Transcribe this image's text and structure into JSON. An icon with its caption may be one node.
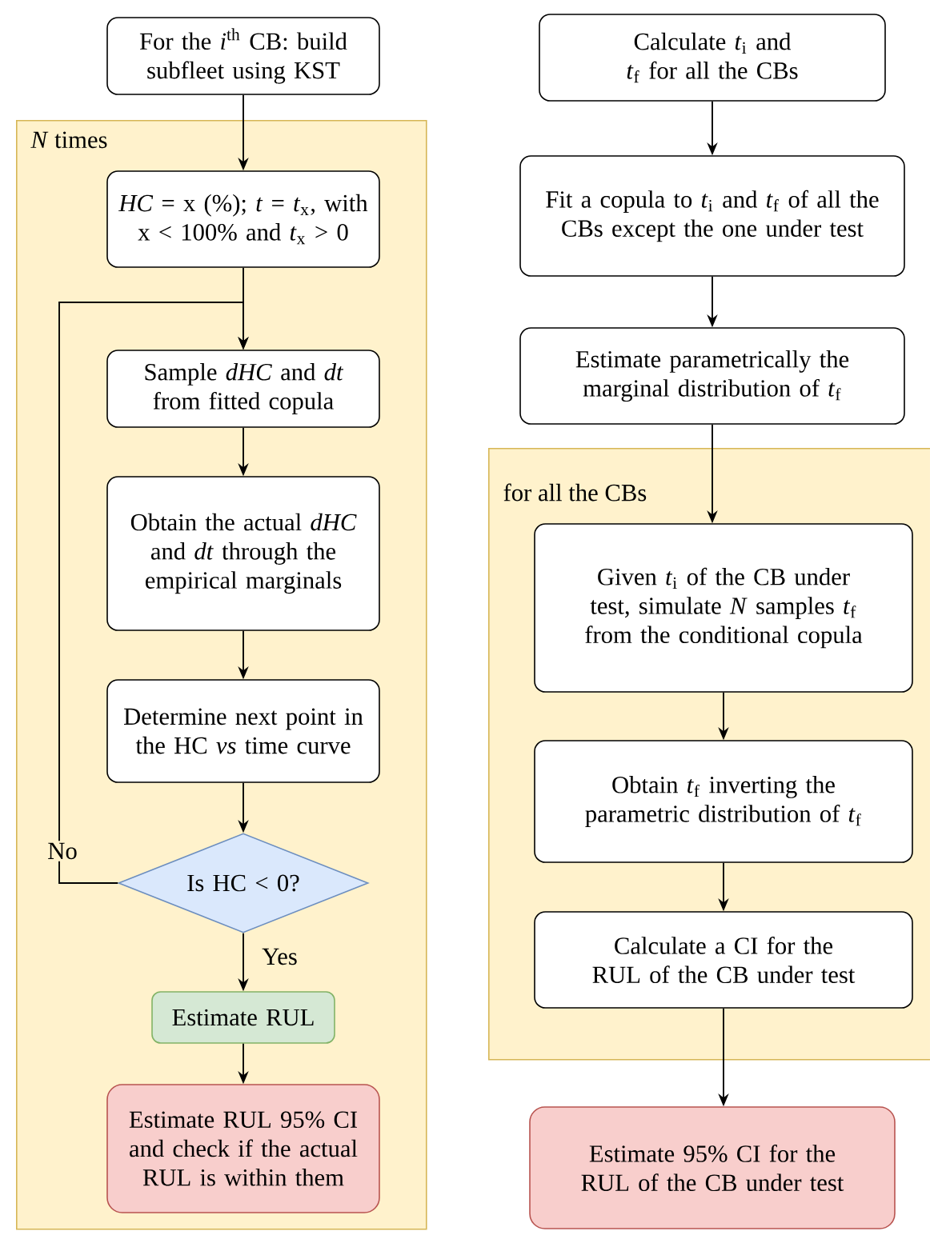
{
  "diagram": {
    "nodes": [
      {
        "text": [
          "For the *i*$^{th}$ CB: build subfleet using KST"
        ]
      },
      {
        "text": [
          "*N* times"
        ]
      },
      {
        "text": [
          "*HC* = x (%); *t* = *t*$_{x}$, with x < 100% and *t*$_{x}$ > 0"
        ],
        "in": 1
      },
      {
        "text": [
          "Sample *dHC* and *dt* from fitted copula"
        ],
        "in": 1
      },
      {
        "text": [
          "Obtain the actual *dHC* and *dt* through the empirical marginals"
        ],
        "in": 1
      },
      {
        "text": [
          "Determine next point in the HC *vs* time curve"
        ],
        "in": 1
      },
      {
        "text": [
          "Is HC < 0?"
        ],
        "in": 1
      },
      {
        "text": [
          "Estimate RUL"
        ],
        "in": 1
      },
      {
        "text": [
          "Estimate RUL 95% CI and check if the actual RUL is within them"
        ],
        "in": 1
      },
      {
        "text": [
          "Calculate *t*$_{i}$ and *t*$_{f}$ for all the CBs"
        ]
      },
      {
        "text": [
          "Fit a copula to *t*$_{i}$ and *t*$_{f}$ of all the CBs except the one under test"
        ]
      },
      {
        "text": [
          "Estimate parametrically the marginal distribution of *t*$_{f}$"
        ]
      },
      {
        "text": [
          "for all the CBs"
        ]
      },
      {
        "text": [
          "Given *t*$_{i}$ of the CB under test, simulate *N* samples *t*$_{f}$ from the conditional copula"
        ],
        "in": 12
      },
      {
        "text": [
          "Obtain *t*$_{f}$ inverting the parametric distribution of *t*$_{f}$"
        ],
        "in": 12
      },
      {
        "text": [
          "Calculate a CI for the RUL of the CB under test"
        ],
        "in": 12
      },
      {
        "text": [
          "Estimate 95% CI for the RUL of the CB under test"
        ]
      }
    ],
    "edges": [
      {
        "from": 0,
        "to": 2,
        "arrow": "to"
      },
      {
        "from": 2,
        "to": 3,
        "arrow": "to"
      },
      {
        "from": 3,
        "to": 4,
        "arrow": "to"
      },
      {
        "from": 4,
        "to": 5,
        "arrow": "to"
      },
      {
        "from": 5,
        "to": 6,
        "arrow": "to"
      },
      {
        "from": 6,
        "to": 3,
        "arrow": "to",
        "label": "No"
      },
      {
        "from": 6,
        "to": 7,
        "arrow": "to",
        "label": "Yes"
      },
      {
        "from": 7,
        "to": 8,
        "arrow": "to"
      },
      {
        "from": 9,
        "to": 10,
        "arrow": "to"
      },
      {
        "from": 10,
        "to": 11,
        "arrow": "to"
      },
      {
        "from": 11,
        "to": 13,
        "arrow": "to"
      },
      {
        "from": 13,
        "to": 14,
        "arrow": "to"
      },
      {
        "from": 14,
        "to": 15,
        "arrow": "to"
      },
      {
        "from": 15,
        "to": 16,
        "arrow": "to"
      }
    ]
  }
}
